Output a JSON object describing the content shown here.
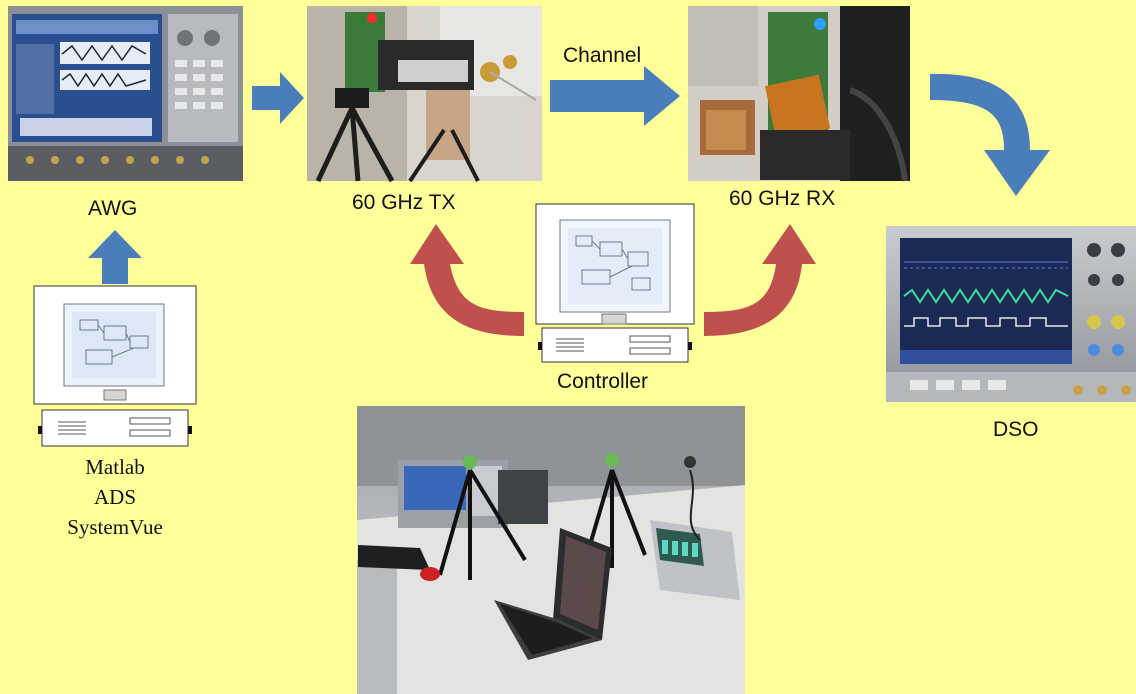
{
  "labels": {
    "awg": "AWG",
    "tx": "60  GHz TX",
    "channel": "Channel",
    "rx": "60  GHz RX",
    "controller": "Controller",
    "dso": "DSO",
    "software": [
      "Matlab",
      "ADS",
      "SystemVue"
    ]
  },
  "colors": {
    "background": "#ffff99",
    "blue_arrow": "#4a7ebb",
    "red_arrow": "#c0504d"
  },
  "icons": {
    "computer": "desktop-computer-icon",
    "arrow": "flow-arrow-icon"
  }
}
